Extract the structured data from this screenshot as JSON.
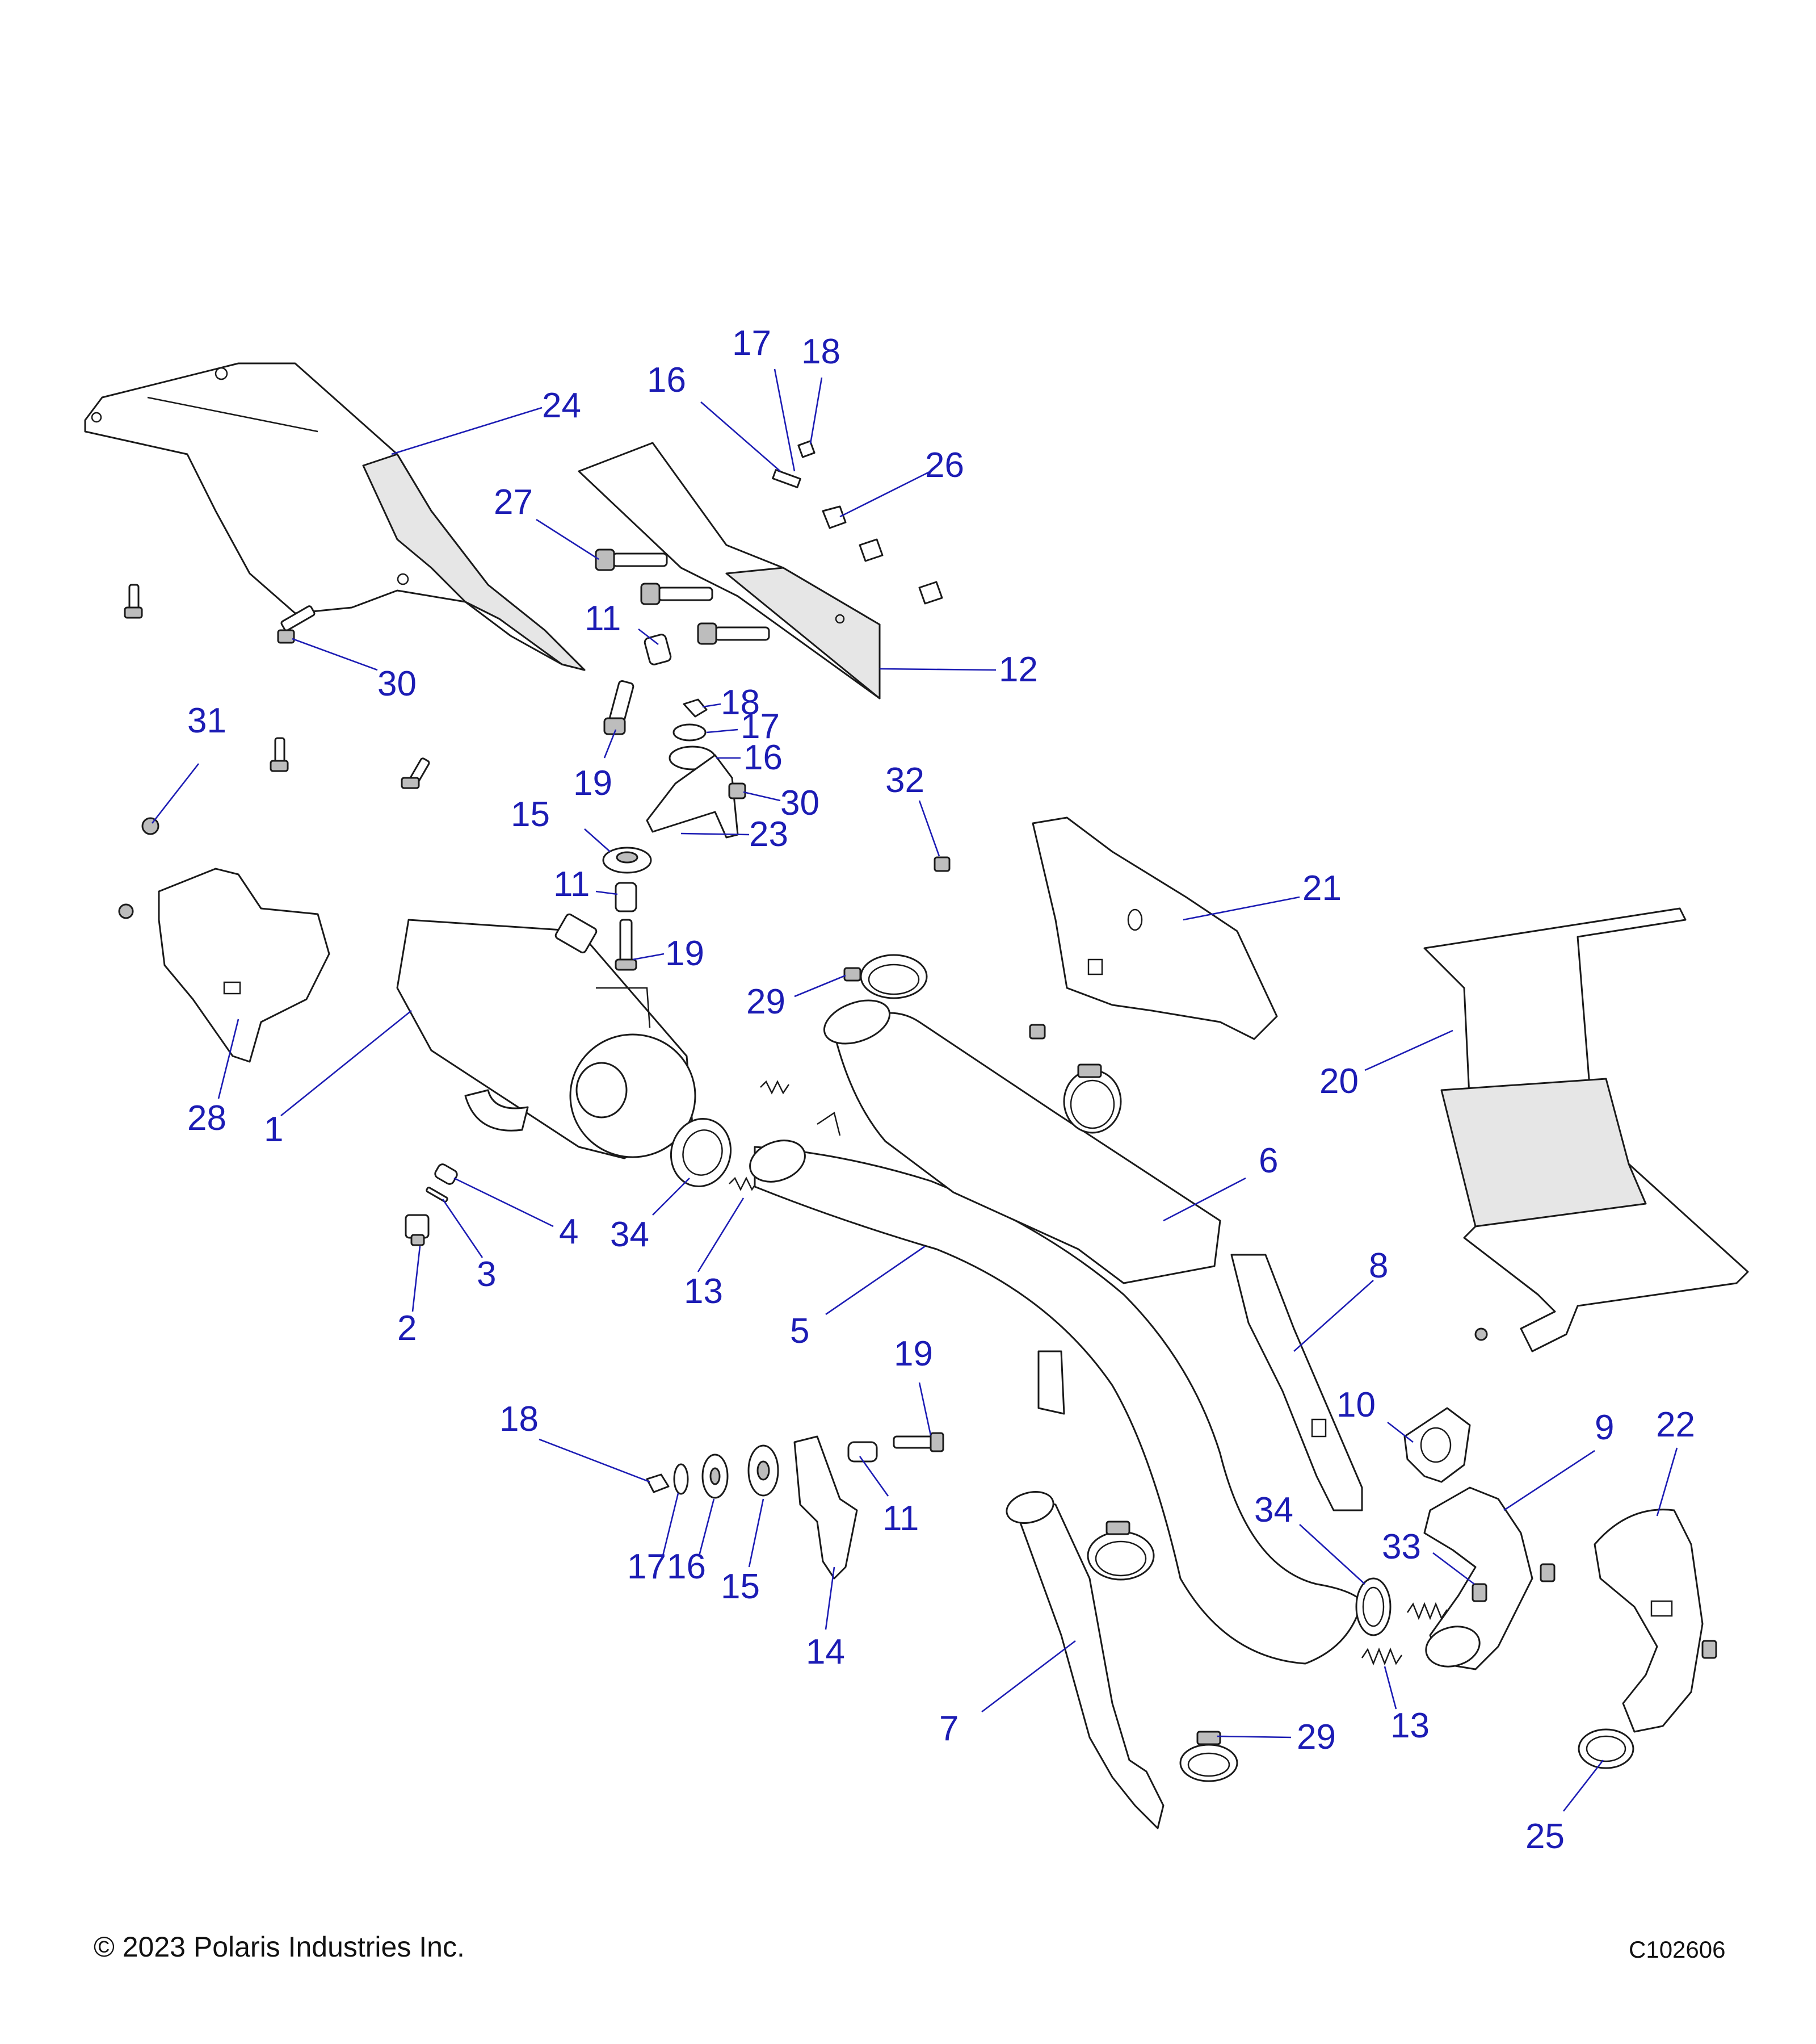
{
  "footer": {
    "copyright": "© 2023 Polaris Industries Inc.",
    "figure_id": "C102606"
  },
  "callouts": [
    {
      "label": "1"
    },
    {
      "label": "2"
    },
    {
      "label": "3"
    },
    {
      "label": "4"
    },
    {
      "label": "5"
    },
    {
      "label": "6"
    },
    {
      "label": "7"
    },
    {
      "label": "8"
    },
    {
      "label": "9"
    },
    {
      "label": "10"
    },
    {
      "label": "11"
    },
    {
      "label": "11"
    },
    {
      "label": "11"
    },
    {
      "label": "12"
    },
    {
      "label": "13"
    },
    {
      "label": "13"
    },
    {
      "label": "14"
    },
    {
      "label": "15"
    },
    {
      "label": "15"
    },
    {
      "label": "16"
    },
    {
      "label": "16"
    },
    {
      "label": "16"
    },
    {
      "label": "17"
    },
    {
      "label": "17"
    },
    {
      "label": "17"
    },
    {
      "label": "18"
    },
    {
      "label": "18"
    },
    {
      "label": "18"
    },
    {
      "label": "19"
    },
    {
      "label": "19"
    },
    {
      "label": "19"
    },
    {
      "label": "20"
    },
    {
      "label": "21"
    },
    {
      "label": "22"
    },
    {
      "label": "23"
    },
    {
      "label": "24"
    },
    {
      "label": "25"
    },
    {
      "label": "26"
    },
    {
      "label": "27"
    },
    {
      "label": "28"
    },
    {
      "label": "29"
    },
    {
      "label": "29"
    },
    {
      "label": "30"
    },
    {
      "label": "30"
    },
    {
      "label": "31"
    },
    {
      "label": "32"
    },
    {
      "label": "33"
    },
    {
      "label": "34"
    },
    {
      "label": "34"
    }
  ]
}
